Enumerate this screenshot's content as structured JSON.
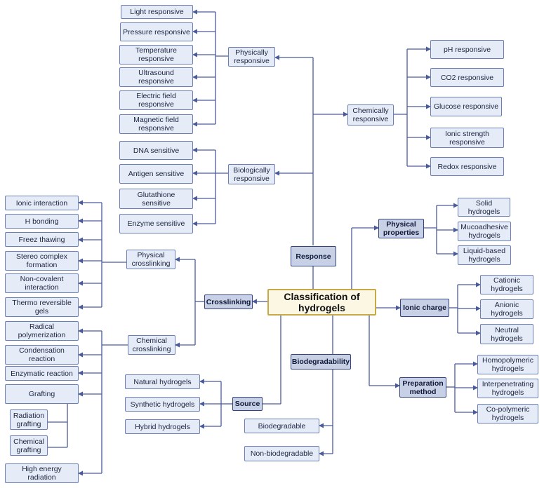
{
  "root": "Classification of hydrogels",
  "response": {
    "label": "Response",
    "physically": {
      "label": "Physically responsive",
      "items": [
        "Light responsive",
        "Pressure responsive",
        "Temperature responsive",
        "Ultrasound responsive",
        "Electric field responsive",
        "Magnetic field responsive"
      ]
    },
    "chemically": {
      "label": "Chemically responsive",
      "items": [
        "pH responsive",
        "CO2 responsive",
        "Glucose responsive",
        "Ionic strength responsive",
        "Redox responsive"
      ]
    },
    "biologically": {
      "label": "Biologically responsive",
      "items": [
        "DNA sensitive",
        "Antigen sensitive",
        "Glutathione sensitive",
        "Enzyme sensitive"
      ]
    }
  },
  "crosslinking": {
    "label": "Crosslinking",
    "physical": {
      "label": "Physical crosslinking",
      "items": [
        "Ionic interaction",
        "H bonding",
        "Freez thawing",
        "Stereo complex formation",
        "Non-covalent interaction",
        "Thermo reversible gels"
      ]
    },
    "chemical": {
      "label": "Chemical crosslinking",
      "items": [
        "Radical polymerization",
        "Condensation reaction",
        "Enzymatic reaction",
        "Grafting",
        "High energy radiation"
      ],
      "grafting_items": [
        "Radiation grafting",
        "Chemical grafting"
      ]
    }
  },
  "physical_properties": {
    "label": "Physical properties",
    "items": [
      "Solid hydrogels",
      "Mucoadhesive hydrogels",
      "Liquid-based hydrogels"
    ]
  },
  "ionic_charge": {
    "label": "Ionic charge",
    "items": [
      "Cationic hydrogels",
      "Anionic hydrogels",
      "Neutral hydrogels"
    ]
  },
  "preparation": {
    "label": "Preparation method",
    "items": [
      "Homopolymeric hydrogels",
      "Interpenetrating hydrogels",
      "Co-polymeric hydrogels"
    ]
  },
  "biodegradability": {
    "label": "Biodegradability",
    "items": [
      "Biodegradable",
      "Non-biodegradable"
    ]
  },
  "source": {
    "label": "Source",
    "items": [
      "Natural hydrogels",
      "Synthetic hydrogels",
      "Hybrid hydrogels"
    ]
  },
  "colors": {
    "line": "#4a5b9a",
    "mid_fill": "#c7d0e4",
    "sub_fill": "#e6ecf7",
    "root_fill": "#fbf7e3",
    "root_border": "#c7a94a"
  }
}
